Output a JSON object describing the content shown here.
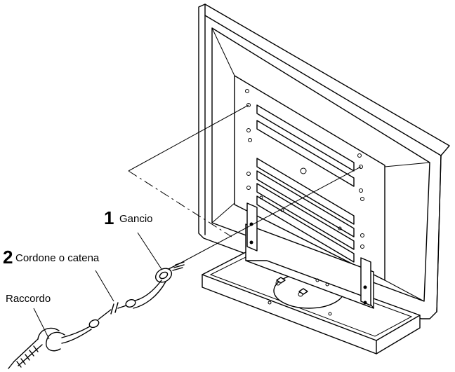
{
  "labels": {
    "hook": {
      "number": "1",
      "text": "Gancio"
    },
    "cord": {
      "number": "2",
      "text": "Cordone o catena"
    },
    "fitting": {
      "text": "Raccordo"
    }
  }
}
